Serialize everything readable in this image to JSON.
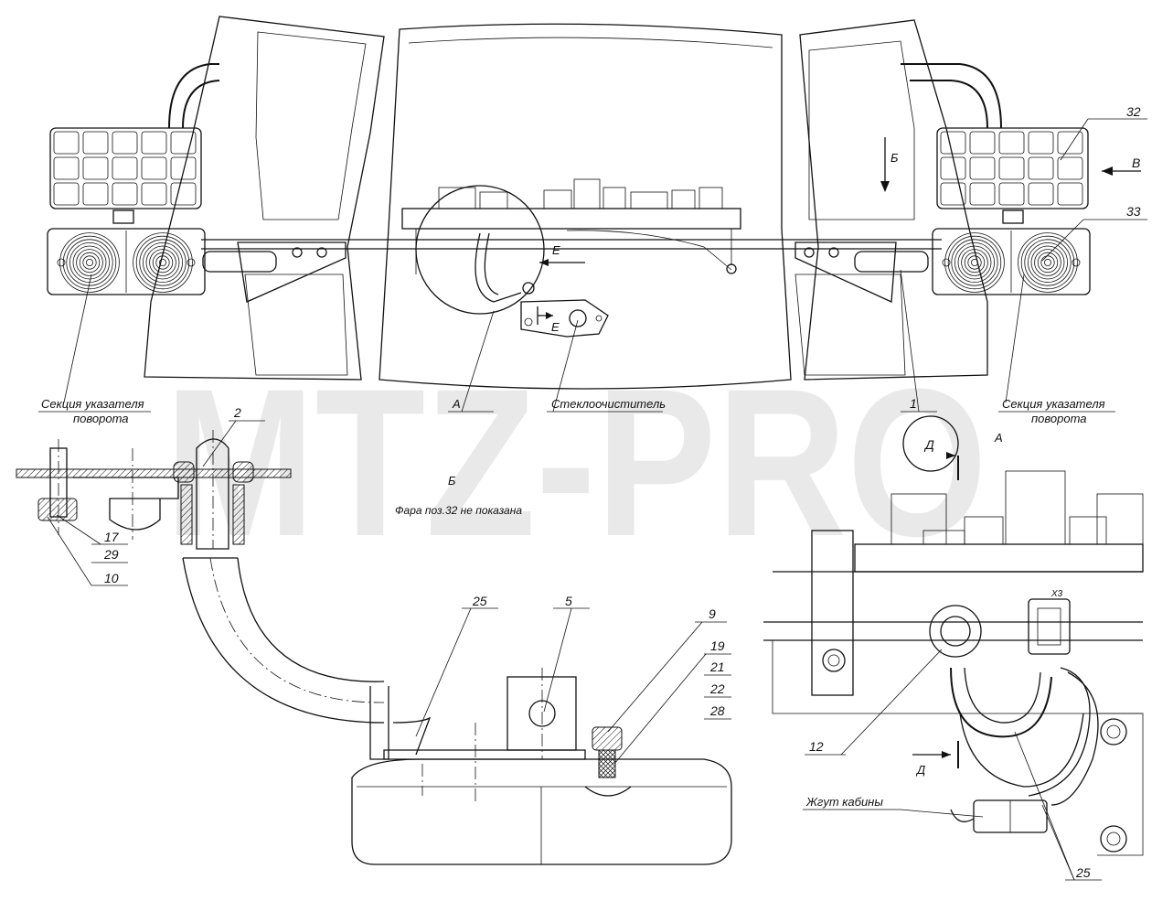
{
  "watermark": {
    "text": "MTZ-PRO",
    "color": "#d8d8d8"
  },
  "labels": {
    "turn_section_left": "Секция указателя",
    "turn_section_left_2": "поворота",
    "turn_section_right": "Секция указателя",
    "turn_section_right_2": "поворота",
    "wiper": "Стеклоочиститель",
    "headlight_note": "Фара поз.32 не показана",
    "view_a_left": "А",
    "view_a_right": "А",
    "view_b_top": "Б",
    "view_b_bottom": "Б",
    "view_v": "В",
    "section_e_top": "Е",
    "section_e_bottom": "Е",
    "section_d_top": "Д",
    "section_d_bottom": "Д",
    "x3": "X3",
    "harness": "Жгут кабины"
  },
  "positions": {
    "p1": "1",
    "p2": "2",
    "p5": "5",
    "p9": "9",
    "p10": "10",
    "p12": "12",
    "p17": "17",
    "p19": "19",
    "p21": "21",
    "p22": "22",
    "p25a": "25",
    "p25b": "25",
    "p28": "28",
    "p29": "29",
    "p32": "32",
    "p33": "33"
  }
}
